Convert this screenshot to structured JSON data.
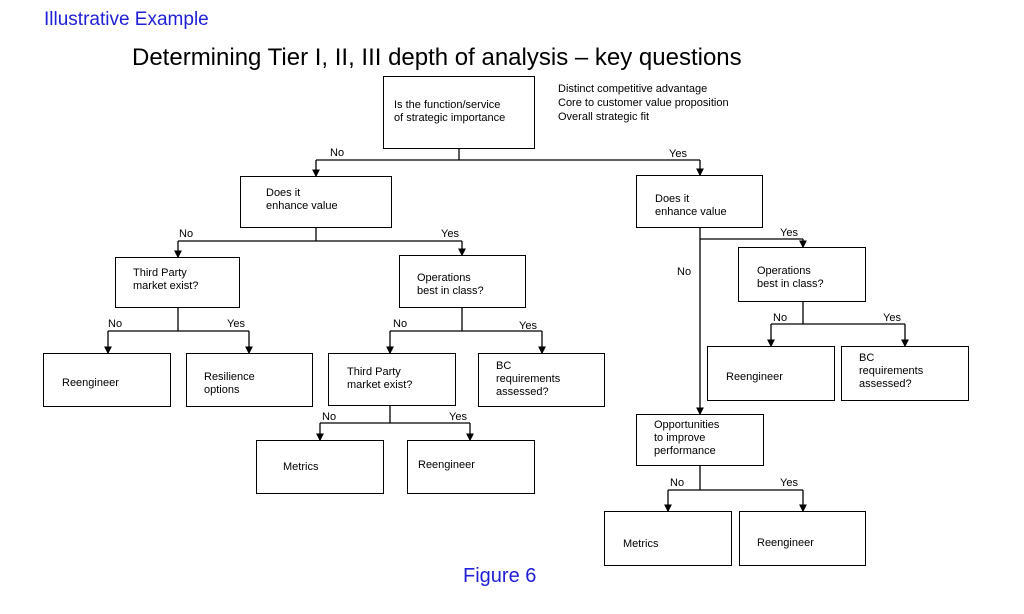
{
  "header": {
    "label": "Illustrative Example"
  },
  "title": "Determining Tier I, II, III depth of analysis – key questions",
  "criteria": [
    "Distinct competitive advantage",
    "Core to customer value proposition",
    "Overall strategic fit"
  ],
  "nodes": {
    "strategic_importance": "Is the function/service\nof strategic importance",
    "enhance_value_left": "Does it\nenhance value",
    "enhance_value_right": "Does it\nenhance value",
    "third_party_left": "Third Party\nmarket exist?",
    "ops_best_left": "Operations\nbest in class?",
    "ops_best_right": "Operations\nbest in class?",
    "reengineer_1": "Reengineer",
    "resilience_options": "Resilience\noptions",
    "third_party_mid": "Third Party\nmarket exist?",
    "bc_requirements_mid": "BC\nrequirements\nassessed?",
    "reengineer_right": "Reengineer",
    "bc_requirements_right": "BC\nrequirements\nassessed?",
    "metrics_mid": "Metrics",
    "reengineer_mid": "Reengineer",
    "opportunities": "Opportunities\nto improve\nperformance",
    "metrics_right": "Metrics",
    "reengineer_bottom": "Reengineer"
  },
  "edge_labels": {
    "no": "No",
    "yes": "Yes"
  },
  "figure_caption": "Figure 6",
  "colors": {
    "accent_blue": "#1f1fd6",
    "line": "#000000"
  }
}
